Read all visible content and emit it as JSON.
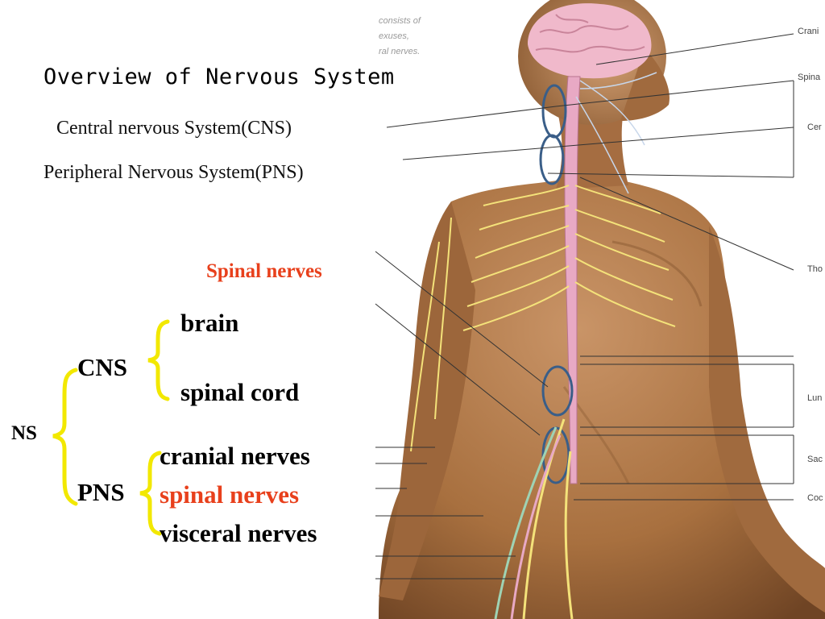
{
  "slide": {
    "title": "Overview of Nervous System",
    "line_cns": "Central nervous System(CNS)",
    "line_pns": "Peripheral Nervous System(PNS)",
    "callout": "Spinal nerves"
  },
  "tree": {
    "root": "NS",
    "cns": {
      "label": "CNS",
      "children": [
        "brain",
        "spinal cord"
      ]
    },
    "pns": {
      "label": "PNS",
      "children": [
        "cranial nerves",
        "spinal nerves",
        "visceral nerves"
      ]
    }
  },
  "figure_labels": {
    "cranial": "Crani",
    "spinal": "Spina",
    "cervical": "Cer",
    "thoracic": "Tho",
    "lumbar": "Lun",
    "sacral": "Sac",
    "coccygeal": "Coc",
    "bg_text_1": "consists of",
    "bg_text_2": "exuses,",
    "bg_text_3": "ral nerves."
  },
  "colors": {
    "accent_red": "#e8401c",
    "brace_yellow": "#f2e800",
    "skin": "#b07a4e",
    "spinal_cord": "#e8a9c4",
    "nerve_yellow": "#f4e27a"
  }
}
